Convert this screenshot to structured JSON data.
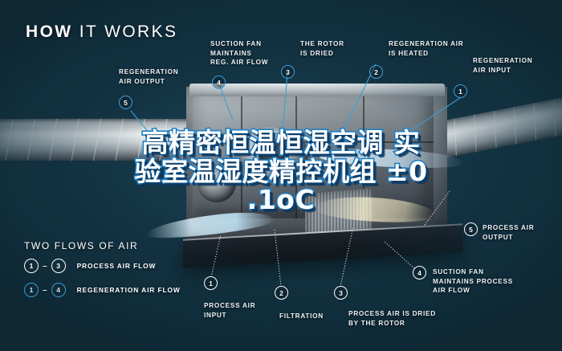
{
  "header": {
    "title_bold": "HOW",
    "title_light": "IT WORKS"
  },
  "colors": {
    "background": "#12303c",
    "accent_blue": "#3f9ed4",
    "label_text": "#eef3f6",
    "overlay_stroke": "#1f7fc4",
    "overlay_fill": "#ffffff"
  },
  "callouts": [
    {
      "id": "regeneration-air-output",
      "number": "5",
      "label": "REGENERATION\nAIR OUTPUT",
      "style": "blue"
    },
    {
      "id": "suction-fan-reg-air-flow",
      "number": "4",
      "label": "SUCTION FAN\nMAINTAINS\nREG. AIR FLOW",
      "style": "blue"
    },
    {
      "id": "the-rotor-is-dried",
      "number": "3",
      "label": "THE ROTOR\nIS DRIED",
      "style": "blue"
    },
    {
      "id": "regeneration-air-is-heated",
      "number": "2",
      "label": "REGENERATION AIR\nIS HEATED",
      "style": "blue"
    },
    {
      "id": "regeneration-air-input",
      "number": "1",
      "label": "REGENERATION\nAIR INPUT",
      "style": "blue"
    },
    {
      "id": "process-air-output",
      "number": "5",
      "label": "PROCESS AIR\nOUTPUT",
      "style": "white"
    },
    {
      "id": "suction-fan-process-air-flow",
      "number": "4",
      "label": "SUCTION FAN\nMAINTAINS PROCESS\nAIR FLOW",
      "style": "white"
    },
    {
      "id": "process-air-input",
      "number": "1",
      "label": "PROCESS AIR\nINPUT",
      "style": "white"
    },
    {
      "id": "filtration",
      "number": "2",
      "label": "FILTRATION",
      "style": "white"
    },
    {
      "id": "process-air-dried-by-rotor",
      "number": "3",
      "label": "PROCESS AIR IS DRIED\nBY THE ROTOR",
      "style": "white"
    }
  ],
  "legend": {
    "title": "TWO FLOWS OF AIR",
    "rows": [
      {
        "from": "1",
        "dash": "–",
        "to": "3",
        "label": "PROCESS AIR FLOW",
        "style": "white"
      },
      {
        "from": "1",
        "dash": "–",
        "to": "4",
        "label": "REGENERATION AIR FLOW",
        "style": "blue"
      }
    ]
  },
  "overlay": {
    "line1": "高精密恒温恒湿空调 实",
    "line2": "验室温湿度精控机组 ±0",
    "line3": ".1oC"
  }
}
